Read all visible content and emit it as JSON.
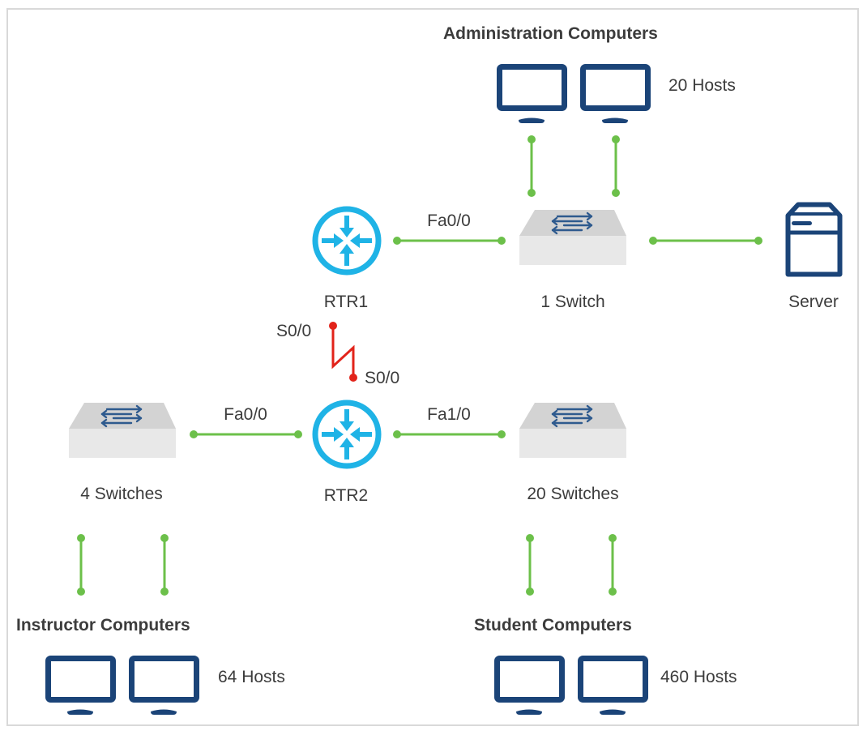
{
  "colors": {
    "link": "#6cc04a",
    "serial": "#e2231a",
    "router": "#1fb3e6",
    "device_navy": "#1b4478",
    "switch_top": "#d3d3d3",
    "switch_front": "#e8e8e8",
    "text": "#3c3c3c",
    "frame": "#d9d9d9"
  },
  "groups": {
    "admin": {
      "title": "Administration Computers",
      "hosts": "20 Hosts"
    },
    "instructor": {
      "title": "Instructor Computers",
      "hosts": "64 Hosts"
    },
    "student": {
      "title": "Student Computers",
      "hosts": "460 Hosts"
    }
  },
  "devices": {
    "rtr1": {
      "label": "RTR1",
      "icon": "router-icon"
    },
    "rtr2": {
      "label": "RTR2",
      "icon": "router-icon"
    },
    "sw_admin": {
      "label": "1 Switch",
      "icon": "switch-icon"
    },
    "sw_instr": {
      "label": "4 Switches",
      "icon": "switch-icon"
    },
    "sw_student": {
      "label": "20 Switches",
      "icon": "switch-icon"
    },
    "server": {
      "label": "Server",
      "icon": "server-icon"
    }
  },
  "links": {
    "rtr1_fa00": "Fa0/0",
    "rtr2_fa00": "Fa0/0",
    "rtr2_fa10": "Fa1/0",
    "rtr1_s00": "S0/0",
    "rtr2_s00": "S0/0"
  }
}
